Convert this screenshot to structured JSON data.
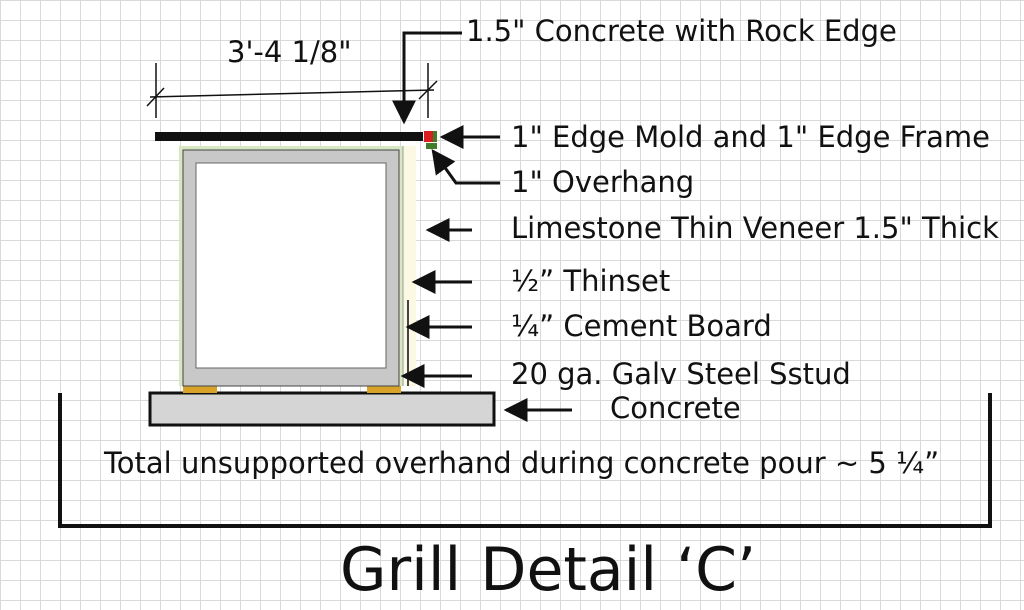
{
  "dimension": "3'-4 1/8\"",
  "callouts": {
    "concrete_rock_edge": "1.5\" Concrete with Rock Edge",
    "edge_mold": "1\" Edge Mold and 1\" Edge Frame",
    "overhang": "1\" Overhang",
    "limestone": "Limestone Thin Veneer 1.5\" Thick",
    "thinset": "½” Thinset",
    "cement_board": "¼” Cement Board",
    "steel_stud": "20 ga. Galv Steel Sstud",
    "concrete": "Concrete"
  },
  "note": "Total unsupported overhand during concrete pour ~ 5 ¼”",
  "title": "Grill Detail ‘C’",
  "colors": {
    "grid": "#d9d9d9",
    "line": "#111111",
    "stud": "#c8c8c8",
    "veneer": "#fbf8e4",
    "thinset": "#d6e7c2",
    "footing": "#d5d5d5",
    "shim": "#d9a32a",
    "edge_frame": "#d62020"
  }
}
